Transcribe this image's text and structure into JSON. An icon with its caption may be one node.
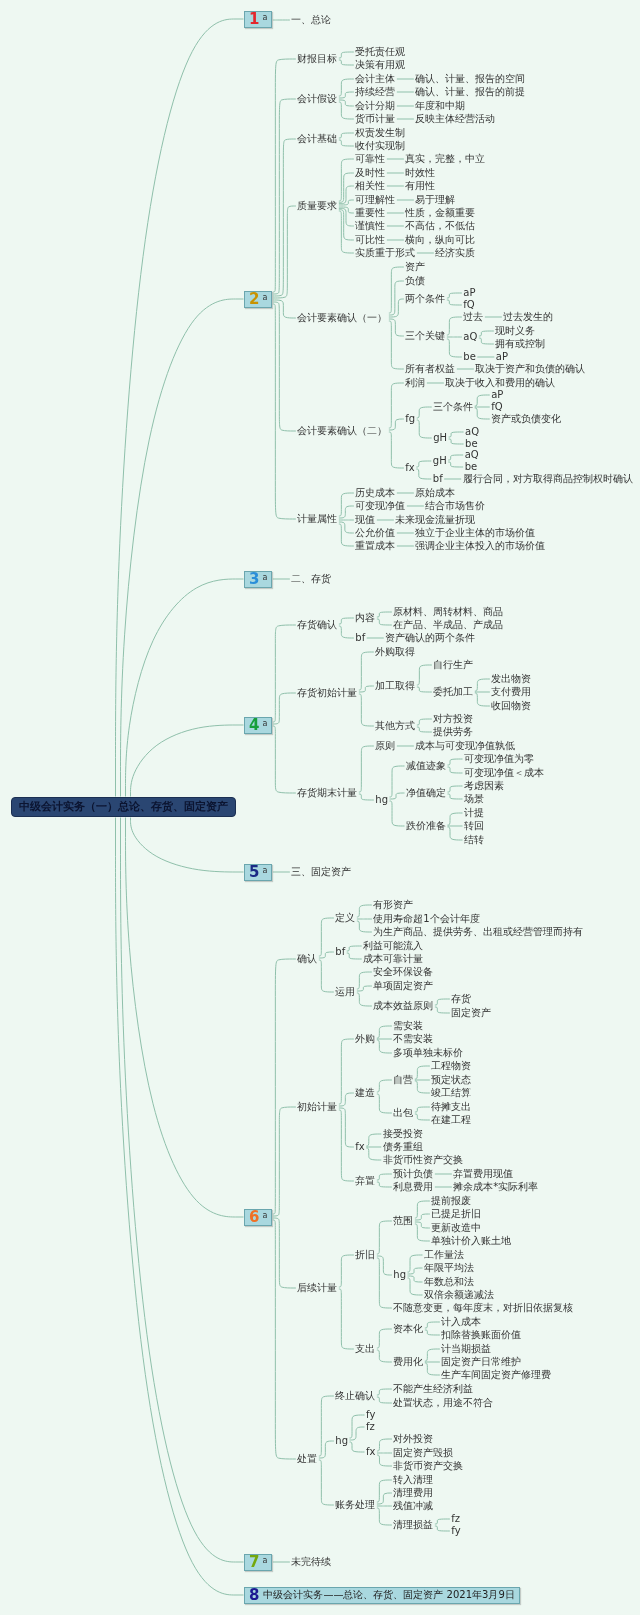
{
  "diagram": {
    "nodes": [
      {
        "text": [
          "中级会计实务（一）总论、存货、固定资产"
        ]
      },
      {
        "text": [
          "1",
          "a"
        ]
      },
      {
        "text": [
          "一、总论"
        ]
      },
      {
        "text": [
          "2",
          "a"
        ]
      },
      {
        "text": [
          "财报目标"
        ]
      },
      {
        "text": [
          "受托责任观"
        ]
      },
      {
        "text": [
          "决策有用观"
        ]
      },
      {
        "text": [
          "会计假设"
        ]
      },
      {
        "text": [
          "会计主体"
        ]
      },
      {
        "text": [
          "确认、计量、报告的空间"
        ]
      },
      {
        "text": [
          "持续经营"
        ]
      },
      {
        "text": [
          "确认、计量、报告的前提"
        ]
      },
      {
        "text": [
          "会计分期"
        ]
      },
      {
        "text": [
          "年度和中期"
        ]
      },
      {
        "text": [
          "货币计量"
        ]
      },
      {
        "text": [
          "反映主体经营活动"
        ]
      },
      {
        "text": [
          "会计基础"
        ]
      },
      {
        "text": [
          "权责发生制"
        ]
      },
      {
        "text": [
          "收付实现制"
        ]
      },
      {
        "text": [
          "质量要求"
        ]
      },
      {
        "text": [
          "可靠性"
        ]
      },
      {
        "text": [
          "真实，完整，中立"
        ]
      },
      {
        "text": [
          "及时性"
        ]
      },
      {
        "text": [
          "时效性"
        ]
      },
      {
        "text": [
          "相关性"
        ]
      },
      {
        "text": [
          "有用性"
        ]
      },
      {
        "text": [
          "可理解性"
        ]
      },
      {
        "text": [
          "易于理解"
        ]
      },
      {
        "text": [
          "重要性"
        ]
      },
      {
        "text": [
          "性质，金额重要"
        ]
      },
      {
        "text": [
          "谨慎性"
        ]
      },
      {
        "text": [
          "不高估，不低估"
        ]
      },
      {
        "text": [
          "可比性"
        ]
      },
      {
        "text": [
          "横向，纵向可比"
        ]
      },
      {
        "text": [
          "实质重于形式"
        ]
      },
      {
        "text": [
          "经济实质"
        ]
      },
      {
        "text": [
          "会计要素确认（一）"
        ]
      },
      {
        "text": [
          "资产"
        ]
      },
      {
        "text": [
          "负债"
        ]
      },
      {
        "text": [
          "两个条件"
        ]
      },
      {
        "text": [
          "aP"
        ]
      },
      {
        "text": [
          "fQ"
        ]
      },
      {
        "text": [
          "三个关键"
        ]
      },
      {
        "text": [
          "过去"
        ]
      },
      {
        "text": [
          "过去发生的"
        ]
      },
      {
        "text": [
          "aQ"
        ]
      },
      {
        "text": [
          "现时义务"
        ]
      },
      {
        "text": [
          "拥有或控制"
        ]
      },
      {
        "text": [
          "be"
        ]
      },
      {
        "text": [
          "aP"
        ]
      },
      {
        "text": [
          "所有者权益"
        ]
      },
      {
        "text": [
          "取决于资产和负债的确认"
        ]
      },
      {
        "text": [
          "会计要素确认（二）"
        ]
      },
      {
        "text": [
          "利润"
        ]
      },
      {
        "text": [
          "取决于收入和费用的确认"
        ]
      },
      {
        "text": [
          "fg"
        ]
      },
      {
        "text": [
          "三个条件"
        ]
      },
      {
        "text": [
          "aP"
        ]
      },
      {
        "text": [
          "fQ"
        ]
      },
      {
        "text": [
          "资产或负债变化"
        ]
      },
      {
        "text": [
          "gH"
        ]
      },
      {
        "text": [
          "aQ"
        ]
      },
      {
        "text": [
          "be"
        ]
      },
      {
        "text": [
          "fx"
        ]
      },
      {
        "text": [
          "gH"
        ]
      },
      {
        "text": [
          "aQ"
        ]
      },
      {
        "text": [
          "be"
        ]
      },
      {
        "text": [
          "bf"
        ]
      },
      {
        "text": [
          "履行合同，对方取得商品控制权时确认"
        ]
      },
      {
        "text": [
          "计量属性"
        ]
      },
      {
        "text": [
          "历史成本"
        ]
      },
      {
        "text": [
          "原始成本"
        ]
      },
      {
        "text": [
          "可变现净值"
        ]
      },
      {
        "text": [
          "结合市场售价"
        ]
      },
      {
        "text": [
          "现值"
        ]
      },
      {
        "text": [
          "未来现金流量折现"
        ]
      },
      {
        "text": [
          "公允价值"
        ]
      },
      {
        "text": [
          "独立于企业主体的市场价值"
        ]
      },
      {
        "text": [
          "重置成本"
        ]
      },
      {
        "text": [
          "强调企业主体投入的市场价值"
        ]
      },
      {
        "text": [
          "3",
          "a"
        ]
      },
      {
        "text": [
          "二、存货"
        ]
      },
      {
        "text": [
          "4",
          "a"
        ]
      },
      {
        "text": [
          "存货确认"
        ]
      },
      {
        "text": [
          "内容"
        ]
      },
      {
        "text": [
          "原材料、周转材料、商品"
        ]
      },
      {
        "text": [
          "在产品、半成品、产成品"
        ]
      },
      {
        "text": [
          "bf"
        ]
      },
      {
        "text": [
          "资产确认的两个条件"
        ]
      },
      {
        "text": [
          "存货初始计量"
        ]
      },
      {
        "text": [
          "外购取得"
        ]
      },
      {
        "text": [
          "加工取得"
        ]
      },
      {
        "text": [
          "自行生产"
        ]
      },
      {
        "text": [
          "委托加工"
        ]
      },
      {
        "text": [
          "发出物资"
        ]
      },
      {
        "text": [
          "支付费用"
        ]
      },
      {
        "text": [
          "收回物资"
        ]
      },
      {
        "text": [
          "其他方式"
        ]
      },
      {
        "text": [
          "对方投资"
        ]
      },
      {
        "text": [
          "提供劳务"
        ]
      },
      {
        "text": [
          "存货期末计量"
        ]
      },
      {
        "text": [
          "原则"
        ]
      },
      {
        "text": [
          "成本与可变现净值孰低"
        ]
      },
      {
        "text": [
          "hg"
        ]
      },
      {
        "text": [
          "减值迹象"
        ]
      },
      {
        "text": [
          "可变现净值为零"
        ]
      },
      {
        "text": [
          "可变现净值＜成本"
        ]
      },
      {
        "text": [
          "净值确定"
        ]
      },
      {
        "text": [
          "考虑因素"
        ]
      },
      {
        "text": [
          "场景"
        ]
      },
      {
        "text": [
          "跌价准备"
        ]
      },
      {
        "text": [
          "计提"
        ]
      },
      {
        "text": [
          "转回"
        ]
      },
      {
        "text": [
          "结转"
        ]
      },
      {
        "text": [
          "5",
          "a"
        ]
      },
      {
        "text": [
          "三、固定资产"
        ]
      },
      {
        "text": [
          "6",
          "a"
        ]
      },
      {
        "text": [
          "确认"
        ]
      },
      {
        "text": [
          "定义"
        ]
      },
      {
        "text": [
          "有形资产"
        ]
      },
      {
        "text": [
          "使用寿命超1个会计年度"
        ]
      },
      {
        "text": [
          "为生产商品、提供劳务、出租或经营管理而持有"
        ]
      },
      {
        "text": [
          "bf"
        ]
      },
      {
        "text": [
          "利益可能流入"
        ]
      },
      {
        "text": [
          "成本可靠计量"
        ]
      },
      {
        "text": [
          "运用"
        ]
      },
      {
        "text": [
          "安全环保设备"
        ]
      },
      {
        "text": [
          "单项固定资产"
        ]
      },
      {
        "text": [
          "成本效益原则"
        ]
      },
      {
        "text": [
          "存货"
        ]
      },
      {
        "text": [
          "固定资产"
        ]
      },
      {
        "text": [
          "初始计量"
        ]
      },
      {
        "text": [
          "外购"
        ]
      },
      {
        "text": [
          "需安装"
        ]
      },
      {
        "text": [
          "不需安装"
        ]
      },
      {
        "text": [
          "多项单独未标价"
        ]
      },
      {
        "text": [
          "建造"
        ]
      },
      {
        "text": [
          "自营"
        ]
      },
      {
        "text": [
          "工程物资"
        ]
      },
      {
        "text": [
          "预定状态"
        ]
      },
      {
        "text": [
          "竣工结算"
        ]
      },
      {
        "text": [
          "出包"
        ]
      },
      {
        "text": [
          "待摊支出"
        ]
      },
      {
        "text": [
          "在建工程"
        ]
      },
      {
        "text": [
          "fx"
        ]
      },
      {
        "text": [
          "接受投资"
        ]
      },
      {
        "text": [
          "债务重组"
        ]
      },
      {
        "text": [
          "非货币性资产交换"
        ]
      },
      {
        "text": [
          "弃置"
        ]
      },
      {
        "text": [
          "预计负债"
        ]
      },
      {
        "text": [
          "弃置费用现值"
        ]
      },
      {
        "text": [
          "利息费用"
        ]
      },
      {
        "text": [
          "摊余成本*实际利率"
        ]
      },
      {
        "text": [
          "后续计量"
        ]
      },
      {
        "text": [
          "折旧"
        ]
      },
      {
        "text": [
          "范围"
        ]
      },
      {
        "text": [
          "提前报废"
        ]
      },
      {
        "text": [
          "已提足折旧"
        ]
      },
      {
        "text": [
          "更新改造中"
        ]
      },
      {
        "text": [
          "单独计价入账土地"
        ]
      },
      {
        "text": [
          "hg"
        ]
      },
      {
        "text": [
          "工作量法"
        ]
      },
      {
        "text": [
          "年限平均法"
        ]
      },
      {
        "text": [
          "年数总和法"
        ]
      },
      {
        "text": [
          "双倍余额递减法"
        ]
      },
      {
        "text": [
          "不随意变更，每年度末，对折旧依据复核"
        ]
      },
      {
        "text": [
          "支出"
        ]
      },
      {
        "text": [
          "资本化"
        ]
      },
      {
        "text": [
          "计入成本"
        ]
      },
      {
        "text": [
          "扣除替换账面价值"
        ]
      },
      {
        "text": [
          "费用化"
        ]
      },
      {
        "text": [
          "计当期损益"
        ]
      },
      {
        "text": [
          "固定资产日常维护"
        ]
      },
      {
        "text": [
          "生产车间固定资产修理费"
        ]
      },
      {
        "text": [
          "处置"
        ]
      },
      {
        "text": [
          "终止确认"
        ]
      },
      {
        "text": [
          "不能产生经济利益"
        ]
      },
      {
        "text": [
          "处置状态，用途不符合"
        ]
      },
      {
        "text": [
          "hg"
        ]
      },
      {
        "text": [
          "fy"
        ]
      },
      {
        "text": [
          "fz"
        ]
      },
      {
        "text": [
          "fx"
        ]
      },
      {
        "text": [
          "对外投资"
        ]
      },
      {
        "text": [
          "固定资产毁损"
        ]
      },
      {
        "text": [
          "非货币资产交换"
        ]
      },
      {
        "text": [
          "账务处理"
        ]
      },
      {
        "text": [
          "转入清理"
        ]
      },
      {
        "text": [
          "清理费用"
        ]
      },
      {
        "text": [
          "残值冲减"
        ]
      },
      {
        "text": [
          "清理损益"
        ]
      },
      {
        "text": [
          "fz"
        ]
      },
      {
        "text": [
          "fy"
        ]
      },
      {
        "text": [
          "7",
          "a"
        ]
      },
      {
        "text": [
          "未完待续"
        ]
      },
      {
        "text": [
          "8",
          "中级会计实务——总论、存货、固定资产 2021年3月9日"
        ]
      }
    ],
    "edges": [
      {
        "from": 0,
        "to": 1,
        "arrow": "none"
      },
      {
        "from": 1,
        "to": 2,
        "arrow": "none"
      },
      {
        "from": 0,
        "to": 3,
        "arrow": "none"
      },
      {
        "from": 3,
        "to": 4,
        "arrow": "none"
      },
      {
        "from": 4,
        "to": 5,
        "arrow": "none"
      },
      {
        "from": 4,
        "to": 6,
        "arrow": "none"
      },
      {
        "from": 3,
        "to": 7,
        "arrow": "none"
      },
      {
        "from": 7,
        "to": 8,
        "arrow": "none"
      },
      {
        "from": 8,
        "to": 9,
        "arrow": "none"
      },
      {
        "from": 7,
        "to": 10,
        "arrow": "none"
      },
      {
        "from": 10,
        "to": 11,
        "arrow": "none"
      },
      {
        "from": 7,
        "to": 12,
        "arrow": "none"
      },
      {
        "from": 12,
        "to": 13,
        "arrow": "none"
      },
      {
        "from": 7,
        "to": 14,
        "arrow": "none"
      },
      {
        "from": 14,
        "to": 15,
        "arrow": "none"
      },
      {
        "from": 3,
        "to": 16,
        "arrow": "none"
      },
      {
        "from": 16,
        "to": 17,
        "arrow": "none"
      },
      {
        "from": 16,
        "to": 18,
        "arrow": "none"
      },
      {
        "from": 3,
        "to": 19,
        "arrow": "none"
      },
      {
        "from": 19,
        "to": 20,
        "arrow": "none"
      },
      {
        "from": 20,
        "to": 21,
        "arrow": "none"
      },
      {
        "from": 19,
        "to": 22,
        "arrow": "none"
      },
      {
        "from": 22,
        "to": 23,
        "arrow": "none"
      },
      {
        "from": 19,
        "to": 24,
        "arrow": "none"
      },
      {
        "from": 24,
        "to": 25,
        "arrow": "none"
      },
      {
        "from": 19,
        "to": 26,
        "arrow": "none"
      },
      {
        "from": 26,
        "to": 27,
        "arrow": "none"
      },
      {
        "from": 19,
        "to": 28,
        "arrow": "none"
      },
      {
        "from": 28,
        "to": 29,
        "arrow": "none"
      },
      {
        "from": 19,
        "to": 30,
        "arrow": "none"
      },
      {
        "from": 30,
        "to": 31,
        "arrow": "none"
      },
      {
        "from": 19,
        "to": 32,
        "arrow": "none"
      },
      {
        "from": 32,
        "to": 33,
        "arrow": "none"
      },
      {
        "from": 19,
        "to": 34,
        "arrow": "none"
      },
      {
        "from": 34,
        "to": 35,
        "arrow": "none"
      },
      {
        "from": 3,
        "to": 36,
        "arrow": "none"
      },
      {
        "from": 36,
        "to": 37,
        "arrow": "none"
      },
      {
        "from": 36,
        "to": 38,
        "arrow": "none"
      },
      {
        "from": 36,
        "to": 39,
        "arrow": "none"
      },
      {
        "from": 39,
        "to": 40,
        "arrow": "none"
      },
      {
        "from": 39,
        "to": 41,
        "arrow": "none"
      },
      {
        "from": 36,
        "to": 42,
        "arrow": "none"
      },
      {
        "from": 42,
        "to": 43,
        "arrow": "none"
      },
      {
        "from": 43,
        "to": 44,
        "arrow": "none"
      },
      {
        "from": 42,
        "to": 45,
        "arrow": "none"
      },
      {
        "from": 45,
        "to": 46,
        "arrow": "none"
      },
      {
        "from": 45,
        "to": 47,
        "arrow": "none"
      },
      {
        "from": 42,
        "to": 48,
        "arrow": "none"
      },
      {
        "from": 48,
        "to": 49,
        "arrow": "none"
      },
      {
        "from": 36,
        "to": 50,
        "arrow": "none"
      },
      {
        "from": 50,
        "to": 51,
        "arrow": "none"
      },
      {
        "from": 3,
        "to": 52,
        "arrow": "none"
      },
      {
        "from": 52,
        "to": 53,
        "arrow": "none"
      },
      {
        "from": 53,
        "to": 54,
        "arrow": "none"
      },
      {
        "from": 52,
        "to": 55,
        "arrow": "none"
      },
      {
        "from": 55,
        "to": 56,
        "arrow": "none"
      },
      {
        "from": 56,
        "to": 57,
        "arrow": "none"
      },
      {
        "from": 56,
        "to": 58,
        "arrow": "none"
      },
      {
        "from": 56,
        "to": 59,
        "arrow": "none"
      },
      {
        "from": 55,
        "to": 60,
        "arrow": "none"
      },
      {
        "from": 60,
        "to": 61,
        "arrow": "none"
      },
      {
        "from": 60,
        "to": 62,
        "arrow": "none"
      },
      {
        "from": 52,
        "to": 63,
        "arrow": "none"
      },
      {
        "from": 63,
        "to": 64,
        "arrow": "none"
      },
      {
        "from": 64,
        "to": 65,
        "arrow": "none"
      },
      {
        "from": 64,
        "to": 66,
        "arrow": "none"
      },
      {
        "from": 63,
        "to": 67,
        "arrow": "none"
      },
      {
        "from": 67,
        "to": 68,
        "arrow": "none"
      },
      {
        "from": 3,
        "to": 69,
        "arrow": "none"
      },
      {
        "from": 69,
        "to": 70,
        "arrow": "none"
      },
      {
        "from": 70,
        "to": 71,
        "arrow": "none"
      },
      {
        "from": 69,
        "to": 72,
        "arrow": "none"
      },
      {
        "from": 72,
        "to": 73,
        "arrow": "none"
      },
      {
        "from": 69,
        "to": 74,
        "arrow": "none"
      },
      {
        "from": 74,
        "to": 75,
        "arrow": "none"
      },
      {
        "from": 69,
        "to": 76,
        "arrow": "none"
      },
      {
        "from": 76,
        "to": 77,
        "arrow": "none"
      },
      {
        "from": 69,
        "to": 78,
        "arrow": "none"
      },
      {
        "from": 78,
        "to": 79,
        "arrow": "none"
      },
      {
        "from": 0,
        "to": 80,
        "arrow": "none"
      },
      {
        "from": 80,
        "to": 81,
        "arrow": "none"
      },
      {
        "from": 0,
        "to": 82,
        "arrow": "none"
      },
      {
        "from": 82,
        "to": 83,
        "arrow": "none"
      },
      {
        "from": 83,
        "to": 84,
        "arrow": "none"
      },
      {
        "from": 84,
        "to": 85,
        "arrow": "none"
      },
      {
        "from": 84,
        "to": 86,
        "arrow": "none"
      },
      {
        "from": 83,
        "to": 87,
        "arrow": "none"
      },
      {
        "from": 87,
        "to": 88,
        "arrow": "none"
      },
      {
        "from": 82,
        "to": 89,
        "arrow": "none"
      },
      {
        "from": 89,
        "to": 90,
        "arrow": "none"
      },
      {
        "from": 89,
        "to": 91,
        "arrow": "none"
      },
      {
        "from": 91,
        "to": 92,
        "arrow": "none"
      },
      {
        "from": 91,
        "to": 93,
        "arrow": "none"
      },
      {
        "from": 93,
        "to": 94,
        "arrow": "none"
      },
      {
        "from": 93,
        "to": 95,
        "arrow": "none"
      },
      {
        "from": 93,
        "to": 96,
        "arrow": "none"
      },
      {
        "from": 89,
        "to": 97,
        "arrow": "none"
      },
      {
        "from": 97,
        "to": 98,
        "arrow": "none"
      },
      {
        "from": 97,
        "to": 99,
        "arrow": "none"
      },
      {
        "from": 82,
        "to": 100,
        "arrow": "none"
      },
      {
        "from": 100,
        "to": 101,
        "arrow": "none"
      },
      {
        "from": 101,
        "to": 102,
        "arrow": "none"
      },
      {
        "from": 100,
        "to": 103,
        "arrow": "none"
      },
      {
        "from": 103,
        "to": 104,
        "arrow": "none"
      },
      {
        "from": 104,
        "to": 105,
        "arrow": "none"
      },
      {
        "from": 104,
        "to": 106,
        "arrow": "none"
      },
      {
        "from": 103,
        "to": 107,
        "arrow": "none"
      },
      {
        "from": 107,
        "to": 108,
        "arrow": "none"
      },
      {
        "from": 107,
        "to": 109,
        "arrow": "none"
      },
      {
        "from": 103,
        "to": 110,
        "arrow": "none"
      },
      {
        "from": 110,
        "to": 111,
        "arrow": "none"
      },
      {
        "from": 110,
        "to": 112,
        "arrow": "none"
      },
      {
        "from": 110,
        "to": 113,
        "arrow": "none"
      },
      {
        "from": 0,
        "to": 114,
        "arrow": "none"
      },
      {
        "from": 114,
        "to": 115,
        "arrow": "none"
      },
      {
        "from": 0,
        "to": 116,
        "arrow": "none"
      },
      {
        "from": 116,
        "to": 117,
        "arrow": "none"
      },
      {
        "from": 117,
        "to": 118,
        "arrow": "none"
      },
      {
        "from": 118,
        "to": 119,
        "arrow": "none"
      },
      {
        "from": 118,
        "to": 120,
        "arrow": "none"
      },
      {
        "from": 118,
        "to": 121,
        "arrow": "none"
      },
      {
        "from": 117,
        "to": 122,
        "arrow": "none"
      },
      {
        "from": 122,
        "to": 123,
        "arrow": "none"
      },
      {
        "from": 122,
        "to": 124,
        "arrow": "none"
      },
      {
        "from": 117,
        "to": 125,
        "arrow": "none"
      },
      {
        "from": 125,
        "to": 126,
        "arrow": "none"
      },
      {
        "from": 125,
        "to": 127,
        "arrow": "none"
      },
      {
        "from": 125,
        "to": 128,
        "arrow": "none"
      },
      {
        "from": 128,
        "to": 129,
        "arrow": "none"
      },
      {
        "from": 128,
        "to": 130,
        "arrow": "none"
      },
      {
        "from": 116,
        "to": 131,
        "arrow": "none"
      },
      {
        "from": 131,
        "to": 132,
        "arrow": "none"
      },
      {
        "from": 132,
        "to": 133,
        "arrow": "none"
      },
      {
        "from": 132,
        "to": 134,
        "arrow": "none"
      },
      {
        "from": 132,
        "to": 135,
        "arrow": "none"
      },
      {
        "from": 131,
        "to": 136,
        "arrow": "none"
      },
      {
        "from": 136,
        "to": 137,
        "arrow": "none"
      },
      {
        "from": 137,
        "to": 138,
        "arrow": "none"
      },
      {
        "from": 137,
        "to": 139,
        "arrow": "none"
      },
      {
        "from": 137,
        "to": 140,
        "arrow": "none"
      },
      {
        "from": 136,
        "to": 141,
        "arrow": "none"
      },
      {
        "from": 141,
        "to": 142,
        "arrow": "none"
      },
      {
        "from": 141,
        "to": 143,
        "arrow": "none"
      },
      {
        "from": 131,
        "to": 144,
        "arrow": "none"
      },
      {
        "from": 144,
        "to": 145,
        "arrow": "none"
      },
      {
        "from": 144,
        "to": 146,
        "arrow": "none"
      },
      {
        "from": 144,
        "to": 147,
        "arrow": "none"
      },
      {
        "from": 131,
        "to": 148,
        "arrow": "none"
      },
      {
        "from": 148,
        "to": 149,
        "arrow": "none"
      },
      {
        "from": 149,
        "to": 150,
        "arrow": "none"
      },
      {
        "from": 148,
        "to": 151,
        "arrow": "none"
      },
      {
        "from": 151,
        "to": 152,
        "arrow": "none"
      },
      {
        "from": 116,
        "to": 153,
        "arrow": "none"
      },
      {
        "from": 153,
        "to": 154,
        "arrow": "none"
      },
      {
        "from": 154,
        "to": 155,
        "arrow": "none"
      },
      {
        "from": 155,
        "to": 156,
        "arrow": "none"
      },
      {
        "from": 155,
        "to": 157,
        "arrow": "none"
      },
      {
        "from": 155,
        "to": 158,
        "arrow": "none"
      },
      {
        "from": 155,
        "to": 159,
        "arrow": "none"
      },
      {
        "from": 154,
        "to": 160,
        "arrow": "none"
      },
      {
        "from": 160,
        "to": 161,
        "arrow": "none"
      },
      {
        "from": 160,
        "to": 162,
        "arrow": "none"
      },
      {
        "from": 160,
        "to": 163,
        "arrow": "none"
      },
      {
        "from": 160,
        "to": 164,
        "arrow": "none"
      },
      {
        "from": 154,
        "to": 165,
        "arrow": "none"
      },
      {
        "from": 153,
        "to": 166,
        "arrow": "none"
      },
      {
        "from": 166,
        "to": 167,
        "arrow": "none"
      },
      {
        "from": 167,
        "to": 168,
        "arrow": "none"
      },
      {
        "from": 167,
        "to": 169,
        "arrow": "none"
      },
      {
        "from": 166,
        "to": 170,
        "arrow": "none"
      },
      {
        "from": 170,
        "to": 171,
        "arrow": "none"
      },
      {
        "from": 170,
        "to": 172,
        "arrow": "none"
      },
      {
        "from": 170,
        "to": 173,
        "arrow": "none"
      },
      {
        "from": 116,
        "to": 174,
        "arrow": "none"
      },
      {
        "from": 174,
        "to": 175,
        "arrow": "none"
      },
      {
        "from": 175,
        "to": 176,
        "arrow": "none"
      },
      {
        "from": 175,
        "to": 177,
        "arrow": "none"
      },
      {
        "from": 174,
        "to": 178,
        "arrow": "none"
      },
      {
        "from": 178,
        "to": 179,
        "arrow": "none"
      },
      {
        "from": 178,
        "to": 180,
        "arrow": "none"
      },
      {
        "from": 178,
        "to": 181,
        "arrow": "none"
      },
      {
        "from": 181,
        "to": 182,
        "arrow": "none"
      },
      {
        "from": 181,
        "to": 183,
        "arrow": "none"
      },
      {
        "from": 181,
        "to": 184,
        "arrow": "none"
      },
      {
        "from": 174,
        "to": 185,
        "arrow": "none"
      },
      {
        "from": 185,
        "to": 186,
        "arrow": "none"
      },
      {
        "from": 185,
        "to": 187,
        "arrow": "none"
      },
      {
        "from": 185,
        "to": 188,
        "arrow": "none"
      },
      {
        "from": 185,
        "to": 189,
        "arrow": "none"
      },
      {
        "from": 189,
        "to": 190,
        "arrow": "none"
      },
      {
        "from": 189,
        "to": 191,
        "arrow": "none"
      },
      {
        "from": 0,
        "to": 192,
        "arrow": "none"
      },
      {
        "from": 192,
        "to": 193,
        "arrow": "none"
      },
      {
        "from": 0,
        "to": 194,
        "arrow": "none"
      }
    ]
  }
}
